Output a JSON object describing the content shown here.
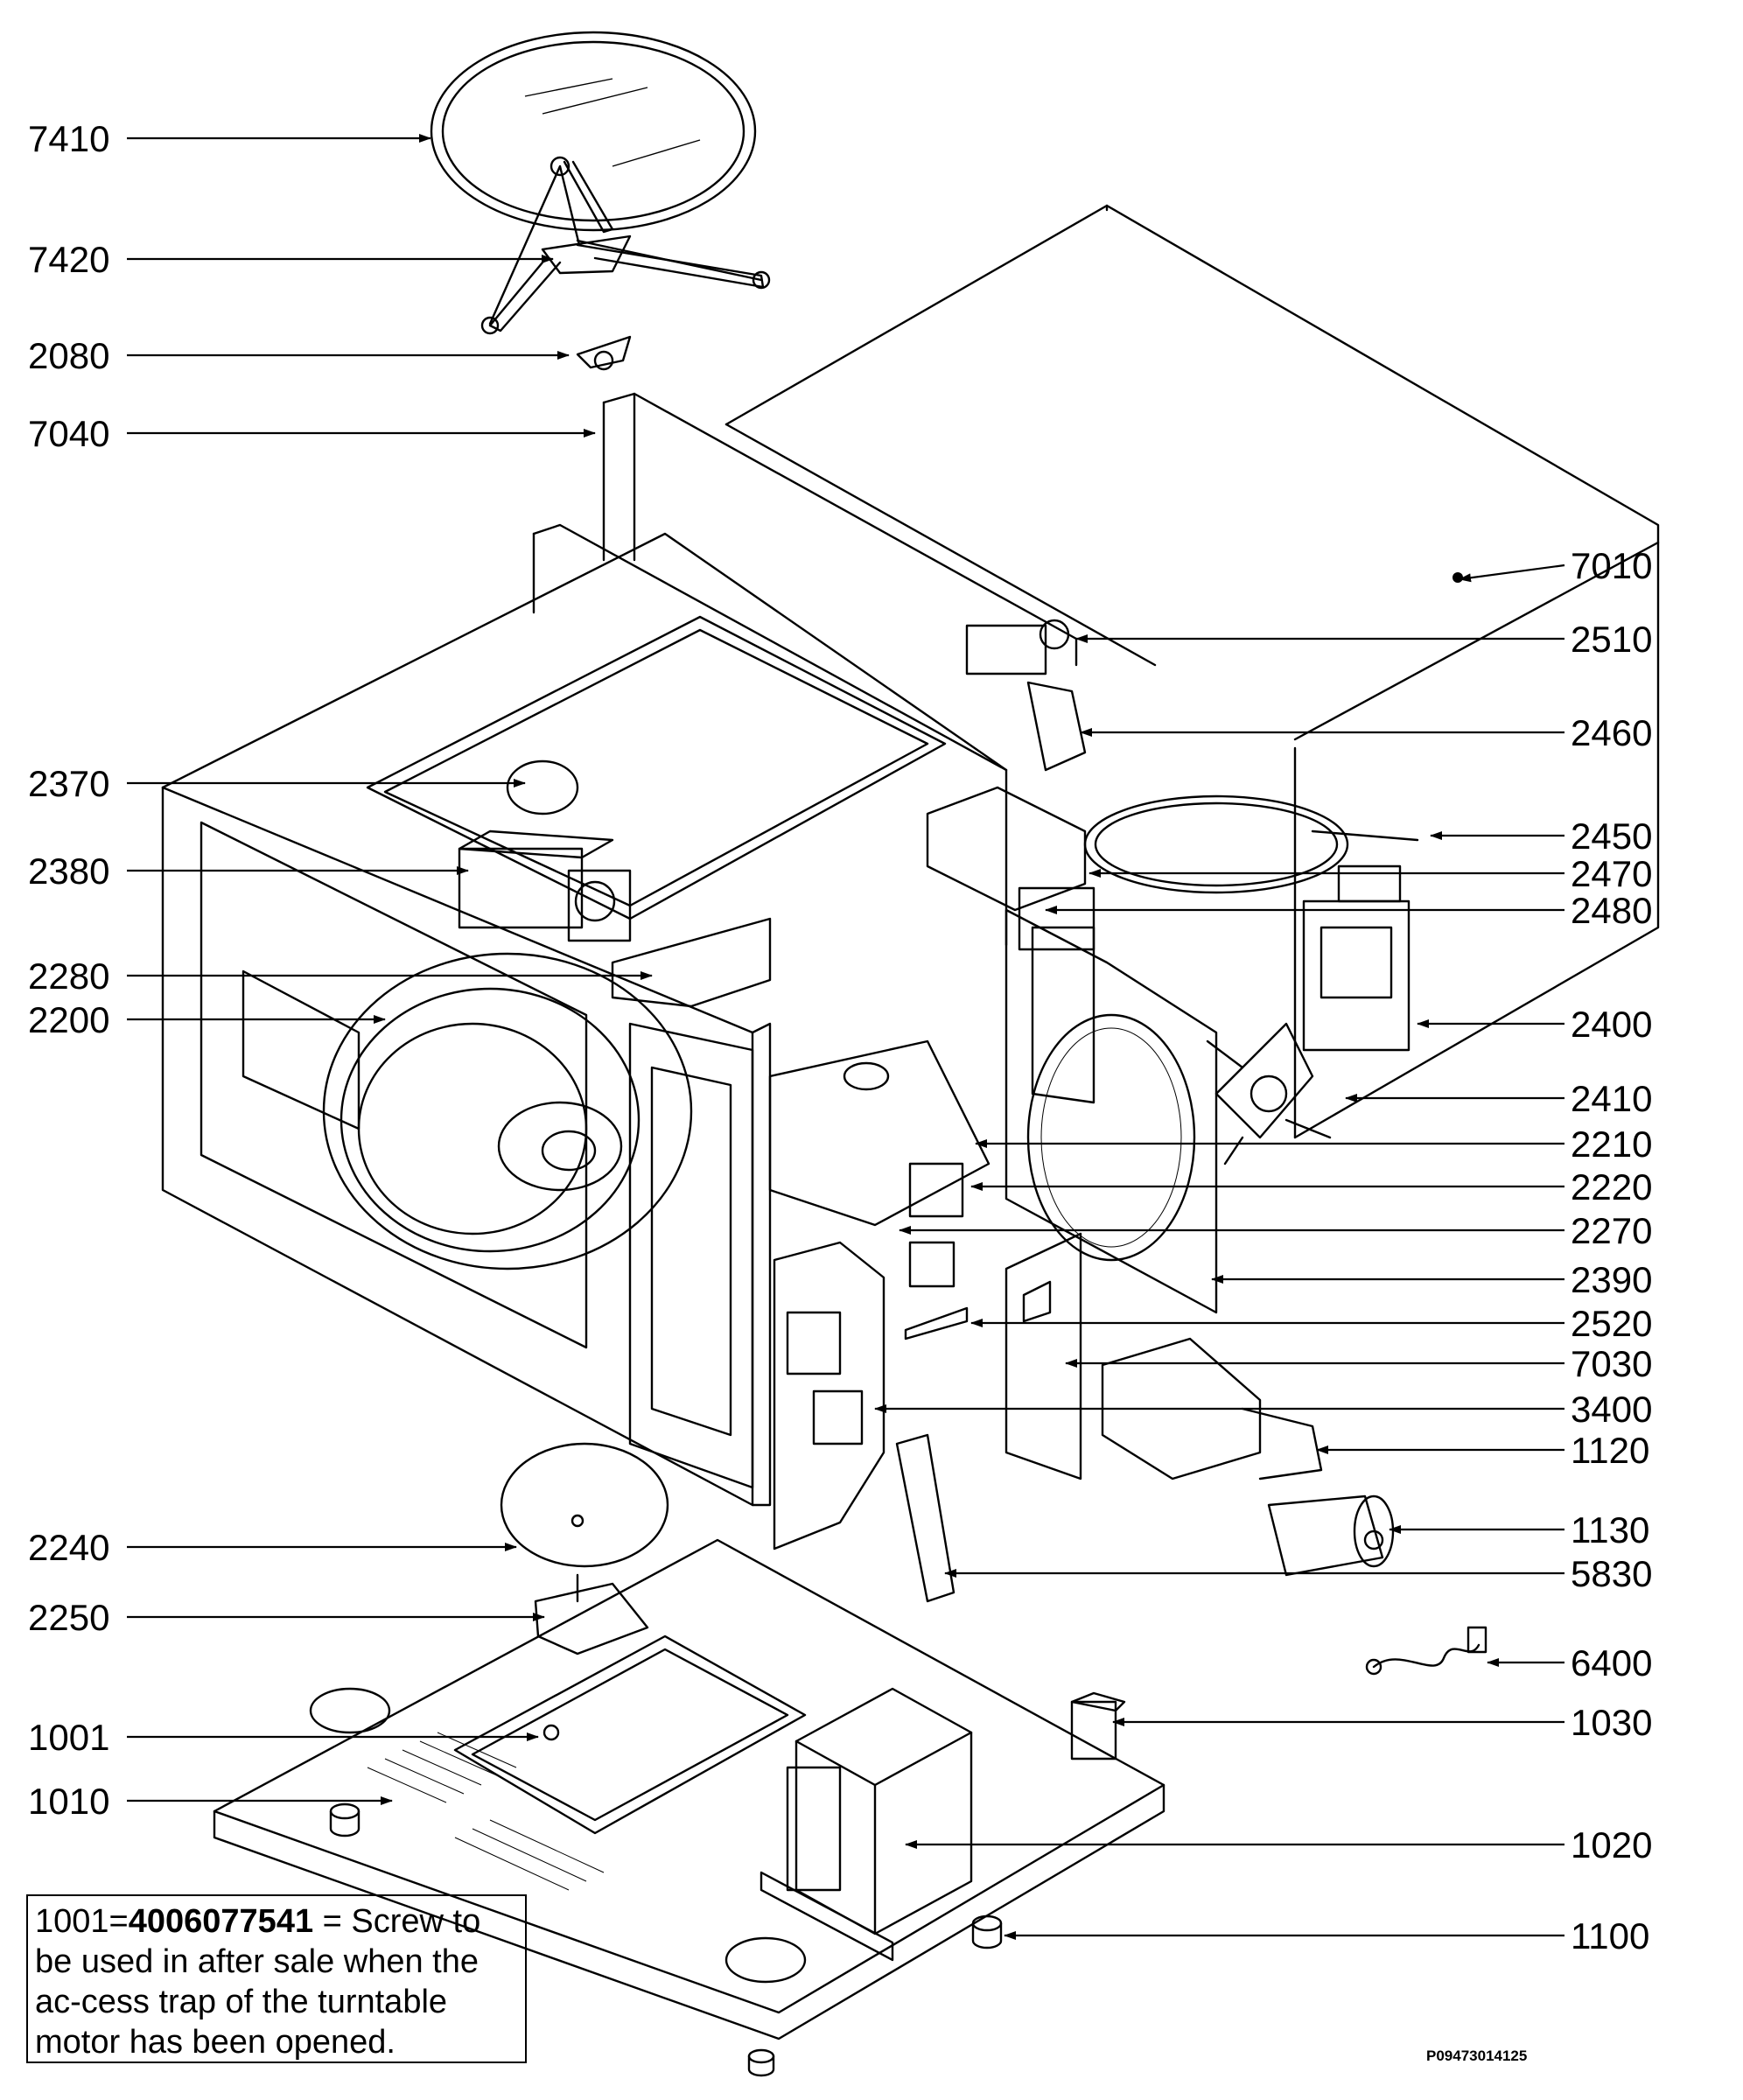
{
  "diagram": {
    "callouts": [
      {
        "id": "7410",
        "label": "7410",
        "side": "left"
      },
      {
        "id": "7420",
        "label": "7420",
        "side": "left"
      },
      {
        "id": "2080",
        "label": "2080",
        "side": "left"
      },
      {
        "id": "7040",
        "label": "7040",
        "side": "left"
      },
      {
        "id": "2370",
        "label": "2370",
        "side": "left"
      },
      {
        "id": "2380",
        "label": "2380",
        "side": "left"
      },
      {
        "id": "2280",
        "label": "2280",
        "side": "left"
      },
      {
        "id": "2200",
        "label": "2200",
        "side": "left"
      },
      {
        "id": "2240",
        "label": "2240",
        "side": "left"
      },
      {
        "id": "2250",
        "label": "2250",
        "side": "left"
      },
      {
        "id": "1001",
        "label": "1001",
        "side": "left"
      },
      {
        "id": "1010",
        "label": "1010",
        "side": "left"
      },
      {
        "id": "7010",
        "label": "7010",
        "side": "right"
      },
      {
        "id": "2510",
        "label": "2510",
        "side": "right"
      },
      {
        "id": "2460",
        "label": "2460",
        "side": "right"
      },
      {
        "id": "2450",
        "label": "2450",
        "side": "right"
      },
      {
        "id": "2470",
        "label": "2470",
        "side": "right"
      },
      {
        "id": "2480",
        "label": "2480",
        "side": "right"
      },
      {
        "id": "2400",
        "label": "2400",
        "side": "right"
      },
      {
        "id": "2410",
        "label": "2410",
        "side": "right"
      },
      {
        "id": "2210",
        "label": "2210",
        "side": "right"
      },
      {
        "id": "2220",
        "label": "2220",
        "side": "right"
      },
      {
        "id": "2270",
        "label": "2270",
        "side": "right"
      },
      {
        "id": "2390",
        "label": "2390",
        "side": "right"
      },
      {
        "id": "2520",
        "label": "2520",
        "side": "right"
      },
      {
        "id": "7030",
        "label": "7030",
        "side": "right"
      },
      {
        "id": "3400",
        "label": "3400",
        "side": "right"
      },
      {
        "id": "1120",
        "label": "1120",
        "side": "right"
      },
      {
        "id": "1130",
        "label": "1130",
        "side": "right"
      },
      {
        "id": "5830",
        "label": "5830",
        "side": "right"
      },
      {
        "id": "6400",
        "label": "6400",
        "side": "right"
      },
      {
        "id": "1030",
        "label": "1030",
        "side": "right"
      },
      {
        "id": "1020",
        "label": "1020",
        "side": "right"
      },
      {
        "id": "1100",
        "label": "1100",
        "side": "right"
      }
    ],
    "note": {
      "part_ref": "1001",
      "equals": "=",
      "part_number": "4006077541",
      "text": "Screw to be used in after sale when the ac-cess trap of the turntable motor has been opened."
    },
    "reference_code": "P09473014125"
  }
}
